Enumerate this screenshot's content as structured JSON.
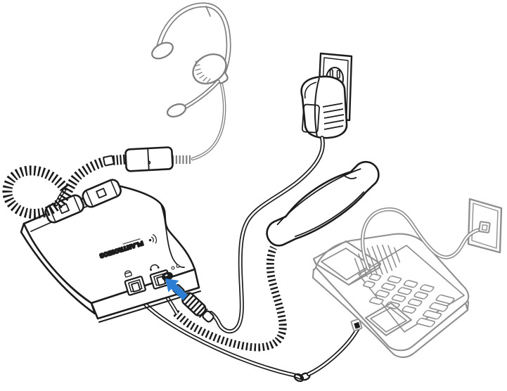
{
  "diagram": {
    "type": "hardware-connection-illustration",
    "description": "Headset amplifier connected to headset, telephone, handset, power adapter and wall jacks",
    "device_brand": "PLANTRONICS",
    "parts": [
      "headset",
      "microphone-boom",
      "quick-disconnect-connector",
      "coiled-headset-cord",
      "amplifier",
      "volume-sliders",
      "phone-port",
      "handset-port",
      "power-port",
      "power-plug",
      "power-cord",
      "power-adapter",
      "wall-outlet",
      "telephone-handset",
      "handset-coiled-cord",
      "telephone",
      "telephone-keypad",
      "amplifier-to-phone-cable",
      "telephone-line-cord",
      "wall-phone-jack",
      "insertion-arrow"
    ],
    "icons": {
      "phone_port_icon": "desk-phone glyph above left modular jack",
      "handset_port_icon": "handset glyph above right modular jack",
      "power_port_markers": "polarity circles beside power socket"
    },
    "colors": {
      "primary_line": "#1c1c1c",
      "headset_line": "#7f7f7f",
      "telephone_line": "#8f8f8f",
      "arrow_blue": "#2b7ed3",
      "background": "#ffffff"
    }
  }
}
